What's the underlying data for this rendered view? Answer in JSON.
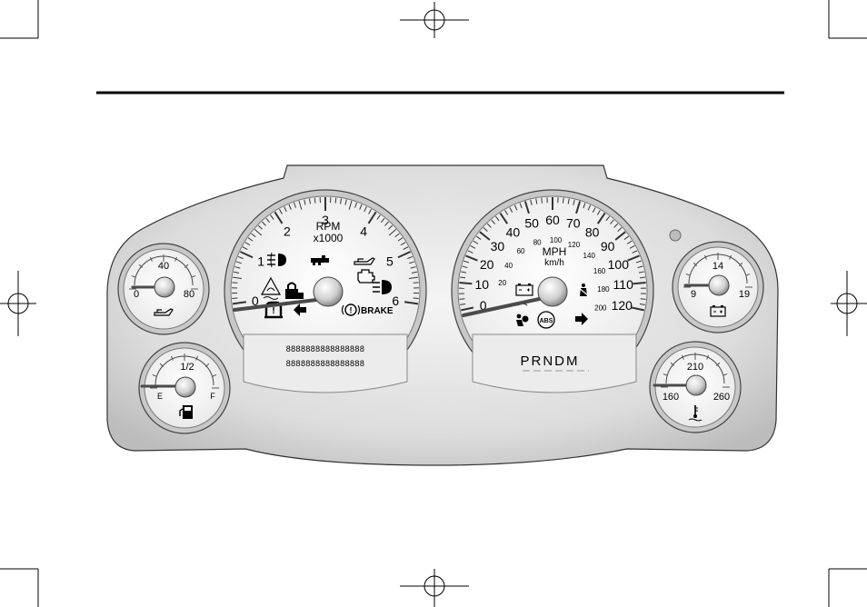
{
  "rpm_gauge": {
    "title": "RPM",
    "unit": "x1000",
    "ticks": [
      "0",
      "1",
      "2",
      "3",
      "4",
      "5",
      "6"
    ],
    "brake_label": "BRAKE",
    "odometer_display": "8888888888888888\n8888888888888888"
  },
  "speed_gauge": {
    "unit_primary": "MPH",
    "unit_secondary": "km/h",
    "mph_ticks": [
      "0",
      "10",
      "20",
      "30",
      "40",
      "50",
      "60",
      "70",
      "80",
      "90",
      "100",
      "110",
      "120"
    ],
    "kmh_ticks": [
      "20",
      "40",
      "60",
      "80",
      "100",
      "120",
      "140",
      "160",
      "180",
      "200"
    ],
    "abs_label": "ABS",
    "gear_indicator": "PRNDM"
  },
  "oil_gauge": {
    "min": "0",
    "mid": "40",
    "max": "80"
  },
  "fuel_gauge": {
    "empty": "E",
    "mid": "1/2",
    "full": "F"
  },
  "voltage_gauge": {
    "min": "9",
    "mid": "14",
    "max": "19"
  },
  "temp_gauge": {
    "min": "160",
    "mid": "210",
    "max": "260"
  },
  "colors": {
    "panel": "#e6e6e6",
    "ink": "#000000",
    "dial_face": "#f7f7f7"
  },
  "icons": [
    "fog-lamp-icon",
    "cruise-control-icon",
    "low-oil-icon",
    "check-engine-icon",
    "traction-control-icon",
    "security-icon",
    "headlamp-icon",
    "tire-pressure-icon",
    "turn-left-icon",
    "brake-warning-icon",
    "battery-icon",
    "airbag-icon",
    "seatbelt-icon",
    "abs-icon",
    "turn-right-icon",
    "fuel-pump-icon",
    "coolant-temp-icon"
  ]
}
